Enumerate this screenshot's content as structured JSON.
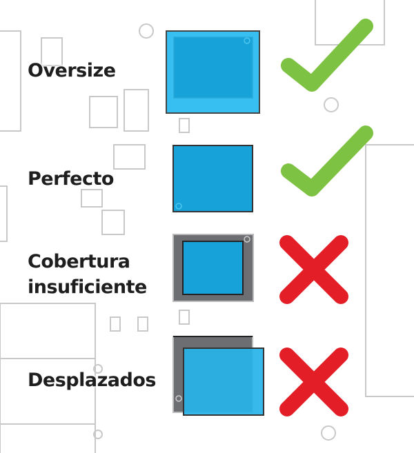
{
  "rows": [
    {
      "label": "Oversize",
      "result": "check-icon"
    },
    {
      "label": "Perfecto",
      "result": "check-icon"
    },
    {
      "label_line1": "Cobertura",
      "label_line2": "insuficiente",
      "result": "cross-icon"
    },
    {
      "label": "Desplazados",
      "result": "cross-icon"
    }
  ],
  "colors": {
    "stencil_blue": "#36bff0",
    "pad_blue": "#17a3d9",
    "solder_gray": "#6d6e71",
    "check_green": "#7dc242",
    "cross_red": "#e31e26",
    "pcb_outline": "#c8c8c8"
  }
}
